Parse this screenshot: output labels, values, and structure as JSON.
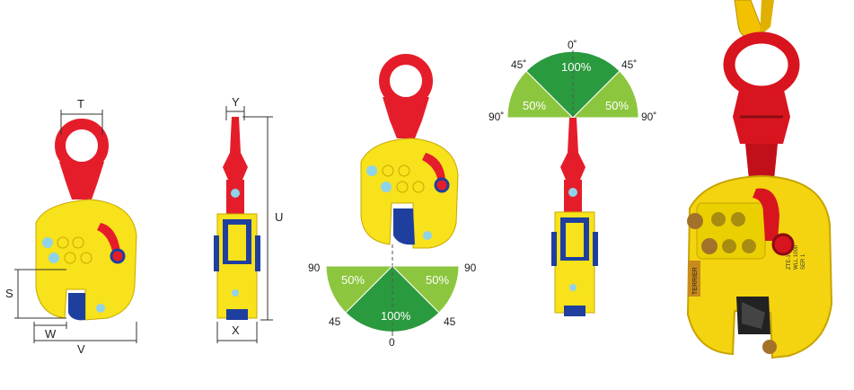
{
  "colors": {
    "red": "#e51d2a",
    "yellow": "#f7e21b",
    "blue": "#1f3f9e",
    "light_blue": "#8fd3ea",
    "dark_green": "#2a9a3e",
    "light_green": "#8cc63f",
    "white": "#ffffff"
  },
  "dimensions": {
    "t": "T",
    "s": "S",
    "w": "W",
    "v": "V",
    "y": "Y",
    "u": "U",
    "x": "X"
  },
  "angle_diagram_bottom": {
    "left_top": "90",
    "right_top": "90",
    "left_mid": "45",
    "right_mid": "45",
    "bottom": "0",
    "left_pct": "50%",
    "center_pct": "100%",
    "right_pct": "50%"
  },
  "angle_diagram_top": {
    "top": "0˚",
    "left_mid": "45˚",
    "right_mid": "45˚",
    "left_bottom": "90˚",
    "right_bottom": "90˚",
    "center_pct": "100%",
    "left_pct": "50%",
    "right_pct": "50%"
  },
  "photo": {
    "label_brand": "TERRIER",
    "label_lines": [
      "ZTE-1",
      "WLL 1000",
      "SER 1"
    ]
  },
  "icons": [
    "lifting-eye-icon",
    "shackle-icon",
    "chain-icon",
    "cam-handle-icon"
  ]
}
